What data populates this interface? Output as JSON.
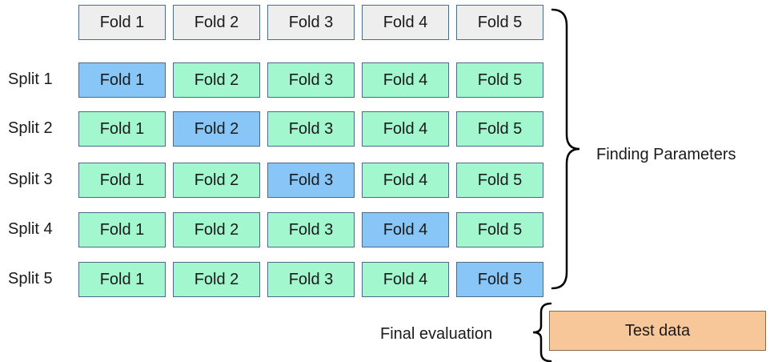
{
  "header_folds": [
    "Fold 1",
    "Fold 2",
    "Fold 3",
    "Fold 4",
    "Fold 5"
  ],
  "splits": [
    {
      "label": "Split 1",
      "folds": [
        "Fold 1",
        "Fold 2",
        "Fold 3",
        "Fold 4",
        "Fold 5"
      ],
      "validation_index": 0
    },
    {
      "label": "Split 2",
      "folds": [
        "Fold 1",
        "Fold 2",
        "Fold 3",
        "Fold 4",
        "Fold 5"
      ],
      "validation_index": 1
    },
    {
      "label": "Split 3",
      "folds": [
        "Fold 1",
        "Fold 2",
        "Fold 3",
        "Fold 4",
        "Fold 5"
      ],
      "validation_index": 2
    },
    {
      "label": "Split 4",
      "folds": [
        "Fold 1",
        "Fold 2",
        "Fold 3",
        "Fold 4",
        "Fold 5"
      ],
      "validation_index": 3
    },
    {
      "label": "Split 5",
      "folds": [
        "Fold 1",
        "Fold 2",
        "Fold 3",
        "Fold 4",
        "Fold 5"
      ],
      "validation_index": 4
    }
  ],
  "brace_label": "Finding Parameters",
  "final_label": "Final evaluation",
  "test_label": "Test data",
  "colors": {
    "header": "#eeeeee",
    "train": "#a2f7cf",
    "validation": "#88c6f8",
    "test": "#f8c799",
    "border": "#4d6a86"
  }
}
